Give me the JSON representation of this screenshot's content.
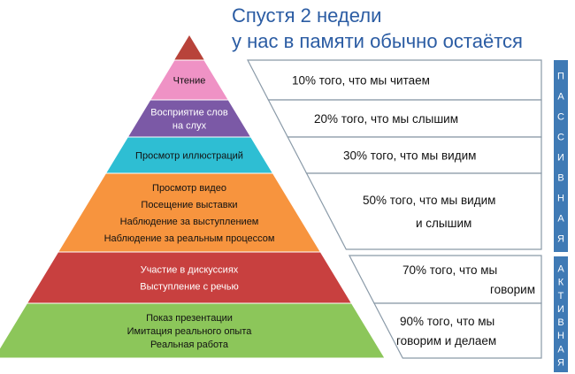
{
  "title": {
    "line1": "Спустя 2 недели",
    "line2": "у нас в памяти обычно остаётся"
  },
  "pyramid": {
    "levels": [
      {
        "lines": [
          "Чтение"
        ],
        "color": "#ef92c5"
      },
      {
        "lines": [
          "Восприятие слов",
          "на слух"
        ],
        "color": "#7b59a6"
      },
      {
        "lines": [
          "Просмотр иллюстраций"
        ],
        "color": "#2ebed3"
      },
      {
        "lines": [
          "Просмотр видео",
          "Посещение выставки",
          "Наблюдение за выступлением",
          "Наблюдение за реальным процессом"
        ],
        "color": "#f7943e"
      },
      {
        "lines": [
          "Участие в дискуссиях",
          "Выступление с речью"
        ],
        "color": "#c8403f"
      },
      {
        "lines": [
          "Показ презентации",
          "Имитация реального опыта",
          "Реальная работа"
        ],
        "color": "#8cc65a"
      }
    ],
    "apex_color": "#b8433a"
  },
  "retention": [
    {
      "lines": [
        "10% того, что мы читаем"
      ]
    },
    {
      "lines": [
        "20% того, что мы слышим"
      ]
    },
    {
      "lines": [
        "30% того, что мы видим"
      ]
    },
    {
      "lines": [
        "50% того, что мы видим",
        "и слышим"
      ]
    },
    {
      "lines": [
        "70% того, что мы",
        "говорим"
      ]
    },
    {
      "lines": [
        "90% того, что мы",
        "говорим и делаем"
      ]
    }
  ],
  "side_labels": {
    "passive": [
      "П",
      "А",
      "С",
      "С",
      "И",
      "В",
      "Н",
      "А",
      "Я"
    ],
    "active": [
      "А",
      "К",
      "Т",
      "И",
      "В",
      "Н",
      "А",
      "Я"
    ],
    "color": "#3f7ab5"
  }
}
